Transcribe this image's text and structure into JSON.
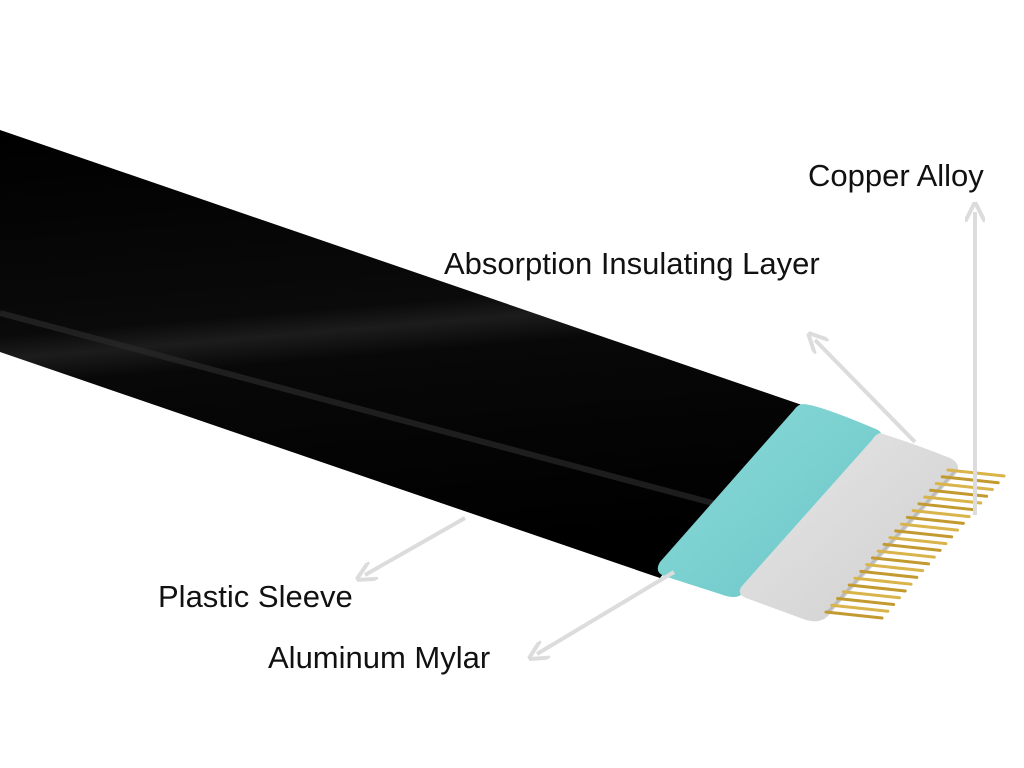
{
  "labels": {
    "copper_alloy": "Copper Alloy",
    "absorption_insulating_layer": "Absorption Insulating Layer",
    "plastic_sleeve": "Plastic Sleeve",
    "aluminum_mylar": "Aluminum Mylar"
  },
  "colors": {
    "plastic_sleeve": "#050505",
    "aluminum_mylar": "#78d0d0",
    "absorption_insulating_layer": "#d8d8d8",
    "copper_alloy": "#c9a43a",
    "arrow": "#dcdcdc",
    "text": "#111111"
  },
  "conductor_count": 22
}
